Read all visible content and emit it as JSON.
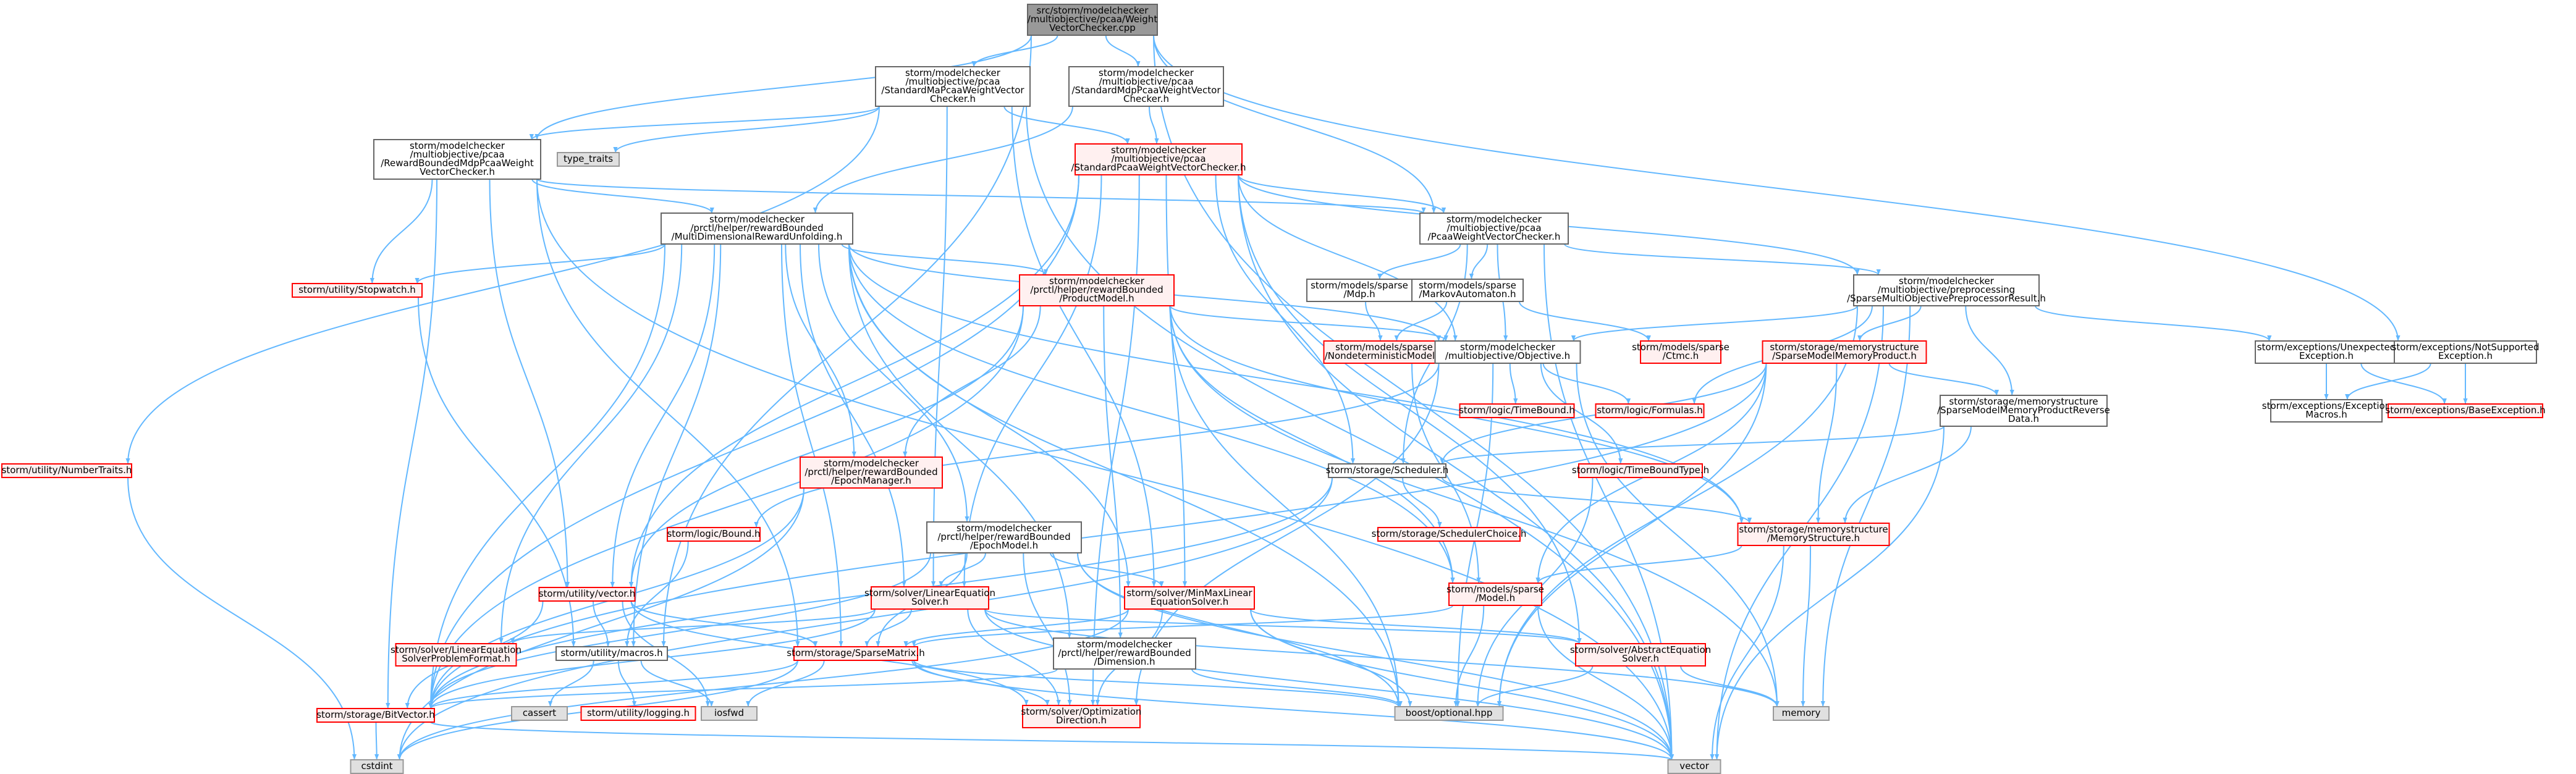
{
  "colors": {
    "edge": "#63b8ff",
    "root_fill": "#999999",
    "normal_border": "#666666",
    "missing_border": "#ff0000",
    "missing_fill": "#fff0f0",
    "system_fill": "#e0e0e0",
    "system_border": "#999999",
    "text": "#000000"
  },
  "graph": {
    "nodes": [
      {
        "id": "root",
        "kind": "root",
        "lines": [
          "src/storm/modelchecker",
          "/multiobjective/pcaa/Weight",
          "VectorChecker.cpp"
        ]
      },
      {
        "id": "std_ma",
        "kind": "normal",
        "lines": [
          "storm/modelchecker",
          "/multiobjective/pcaa",
          "/StandardMaPcaaWeightVector",
          "Checker.h"
        ]
      },
      {
        "id": "std_mdp",
        "kind": "normal",
        "lines": [
          "storm/modelchecker",
          "/multiobjective/pcaa",
          "/StandardMdpPcaaWeightVector",
          "Checker.h"
        ]
      },
      {
        "id": "rb_mdp",
        "kind": "normal",
        "lines": [
          "storm/modelchecker",
          "/multiobjective/pcaa",
          "/RewardBoundedMdpPcaaWeight",
          "VectorChecker.h"
        ]
      },
      {
        "id": "type_traits",
        "kind": "system",
        "lines": [
          "type_traits"
        ]
      },
      {
        "id": "std_pcaa",
        "kind": "missing",
        "lines": [
          "storm/modelchecker",
          "/multiobjective/pcaa",
          "/StandardPcaaWeightVectorChecker.h"
        ]
      },
      {
        "id": "mdru",
        "kind": "normal",
        "lines": [
          "storm/modelchecker",
          "/prctl/helper/rewardBounded",
          "/MultiDimensionalRewardUnfolding.h"
        ]
      },
      {
        "id": "pcaa_wvc",
        "kind": "normal",
        "lines": [
          "storm/modelchecker",
          "/multiobjective/pcaa",
          "/PcaaWeightVectorChecker.h"
        ]
      },
      {
        "id": "stopwatch",
        "kind": "missing",
        "lines": [
          "storm/utility/Stopwatch.h"
        ]
      },
      {
        "id": "productmodel",
        "kind": "missing",
        "lines": [
          "storm/modelchecker",
          "/prctl/helper/rewardBounded",
          "/ProductModel.h"
        ]
      },
      {
        "id": "mdp",
        "kind": "normal",
        "lines": [
          "storm/models/sparse",
          "/Mdp.h"
        ]
      },
      {
        "id": "markov",
        "kind": "normal",
        "lines": [
          "storm/models/sparse",
          "/MarkovAutomaton.h"
        ]
      },
      {
        "id": "smpr",
        "kind": "normal",
        "lines": [
          "storm/modelchecker",
          "/multiobjective/preprocessing",
          "/SparseMultiObjectivePreprocessorResult.h"
        ]
      },
      {
        "id": "unexpected",
        "kind": "normal",
        "lines": [
          "storm/exceptions/Unexpected",
          "Exception.h"
        ]
      },
      {
        "id": "notsupported",
        "kind": "normal",
        "lines": [
          "storm/exceptions/NotSupported",
          "Exception.h"
        ]
      },
      {
        "id": "nondet",
        "kind": "missing",
        "lines": [
          "storm/models/sparse",
          "/NondeterministicModel.h"
        ]
      },
      {
        "id": "objective",
        "kind": "normal",
        "lines": [
          "storm/modelchecker",
          "/multiobjective/Objective.h"
        ]
      },
      {
        "id": "ctmc",
        "kind": "missing",
        "lines": [
          "storm/models/sparse",
          "/Ctmc.h"
        ]
      },
      {
        "id": "smmp",
        "kind": "missing",
        "lines": [
          "storm/storage/memorystructure",
          "/SparseModelMemoryProduct.h"
        ]
      },
      {
        "id": "exmacros",
        "kind": "normal",
        "lines": [
          "storm/exceptions/Exception",
          "Macros.h"
        ]
      },
      {
        "id": "baseexc",
        "kind": "missing",
        "lines": [
          "storm/exceptions/BaseException.h"
        ]
      },
      {
        "id": "timebound",
        "kind": "missing",
        "lines": [
          "storm/logic/TimeBound.h"
        ]
      },
      {
        "id": "formulas",
        "kind": "missing",
        "lines": [
          "storm/logic/Formulas.h"
        ]
      },
      {
        "id": "smmprd",
        "kind": "normal",
        "lines": [
          "storm/storage/memorystructure",
          "/SparseModelMemoryProductReverse",
          "Data.h"
        ]
      },
      {
        "id": "numtraits",
        "kind": "missing",
        "lines": [
          "storm/utility/NumberTraits.h"
        ]
      },
      {
        "id": "epochmgr",
        "kind": "missing",
        "lines": [
          "storm/modelchecker",
          "/prctl/helper/rewardBounded",
          "/EpochManager.h"
        ]
      },
      {
        "id": "scheduler",
        "kind": "normal",
        "lines": [
          "storm/storage/Scheduler.h"
        ]
      },
      {
        "id": "tbtype",
        "kind": "missing",
        "lines": [
          "storm/logic/TimeBoundType.h"
        ]
      },
      {
        "id": "bound",
        "kind": "missing",
        "lines": [
          "storm/logic/Bound.h"
        ]
      },
      {
        "id": "epochmodel",
        "kind": "normal",
        "lines": [
          "storm/modelchecker",
          "/prctl/helper/rewardBounded",
          "/EpochModel.h"
        ]
      },
      {
        "id": "schedchoice",
        "kind": "missing",
        "lines": [
          "storm/storage/SchedulerChoice.h"
        ]
      },
      {
        "id": "memstruct",
        "kind": "missing",
        "lines": [
          "storm/storage/memorystructure",
          "/MemoryStructure.h"
        ]
      },
      {
        "id": "vector_h",
        "kind": "missing",
        "lines": [
          "storm/utility/vector.h"
        ]
      },
      {
        "id": "linsolver",
        "kind": "missing",
        "lines": [
          "storm/solver/LinearEquation",
          "Solver.h"
        ]
      },
      {
        "id": "minmax",
        "kind": "missing",
        "lines": [
          "storm/solver/MinMaxLinear",
          "EquationSolver.h"
        ]
      },
      {
        "id": "model_h",
        "kind": "missing",
        "lines": [
          "storm/models/sparse",
          "/Model.h"
        ]
      },
      {
        "id": "lespf",
        "kind": "missing",
        "lines": [
          "storm/solver/LinearEquation",
          "SolverProblemFormat.h"
        ]
      },
      {
        "id": "macros",
        "kind": "normal",
        "lines": [
          "storm/utility/macros.h"
        ]
      },
      {
        "id": "sparsematrix",
        "kind": "missing",
        "lines": [
          "storm/storage/SparseMatrix.h"
        ]
      },
      {
        "id": "dimension",
        "kind": "normal",
        "lines": [
          "storm/modelchecker",
          "/prctl/helper/rewardBounded",
          "/Dimension.h"
        ]
      },
      {
        "id": "abstractsolver",
        "kind": "missing",
        "lines": [
          "storm/solver/AbstractEquation",
          "Solver.h"
        ]
      },
      {
        "id": "cassert",
        "kind": "system",
        "lines": [
          "cassert"
        ]
      },
      {
        "id": "logging",
        "kind": "missing",
        "lines": [
          "storm/utility/logging.h"
        ]
      },
      {
        "id": "iosfwd",
        "kind": "system",
        "lines": [
          "iosfwd"
        ]
      },
      {
        "id": "boostopt",
        "kind": "system",
        "lines": [
          "boost/optional.hpp"
        ]
      },
      {
        "id": "memory",
        "kind": "system",
        "lines": [
          "memory"
        ]
      },
      {
        "id": "bitvector",
        "kind": "missing",
        "lines": [
          "storm/storage/BitVector.h"
        ]
      },
      {
        "id": "optdir",
        "kind": "missing",
        "lines": [
          "storm/solver/Optimization",
          "Direction.h"
        ]
      },
      {
        "id": "cstdint",
        "kind": "system",
        "lines": [
          "cstdint"
        ]
      },
      {
        "id": "vector",
        "kind": "system",
        "lines": [
          "vector"
        ]
      }
    ],
    "edges": [
      [
        "root",
        "std_ma"
      ],
      [
        "root",
        "std_mdp"
      ],
      [
        "root",
        "rb_mdp"
      ],
      [
        "root",
        "pcaa_wvc"
      ],
      [
        "root",
        "notsupported"
      ],
      [
        "root",
        "macros"
      ],
      [
        "root",
        "vector"
      ],
      [
        "std_ma",
        "std_pcaa"
      ],
      [
        "std_ma",
        "type_traits"
      ],
      [
        "std_ma",
        "rb_mdp"
      ],
      [
        "std_ma",
        "numtraits"
      ],
      [
        "std_ma",
        "minmax"
      ],
      [
        "std_ma",
        "linsolver"
      ],
      [
        "std_ma",
        "vector"
      ],
      [
        "std_mdp",
        "std_pcaa"
      ],
      [
        "std_mdp",
        "mdru"
      ],
      [
        "rb_mdp",
        "pcaa_wvc"
      ],
      [
        "rb_mdp",
        "mdru"
      ],
      [
        "rb_mdp",
        "stopwatch"
      ],
      [
        "rb_mdp",
        "sparsematrix"
      ],
      [
        "rb_mdp",
        "vector_h"
      ],
      [
        "rb_mdp",
        "bitvector"
      ],
      [
        "rb_mdp",
        "vector"
      ],
      [
        "std_pcaa",
        "pcaa_wvc"
      ],
      [
        "std_pcaa",
        "smpr"
      ],
      [
        "std_pcaa",
        "scheduler"
      ],
      [
        "std_pcaa",
        "vector_h"
      ],
      [
        "std_pcaa",
        "linsolver"
      ],
      [
        "std_pcaa",
        "bitvector"
      ],
      [
        "std_pcaa",
        "abstractsolver"
      ],
      [
        "std_pcaa",
        "vector"
      ],
      [
        "std_pcaa",
        "objective"
      ],
      [
        "std_pcaa",
        "minmax"
      ],
      [
        "std_pcaa",
        "optdir"
      ],
      [
        "mdru",
        "productmodel"
      ],
      [
        "mdru",
        "epochmgr"
      ],
      [
        "mdru",
        "epochmodel"
      ],
      [
        "mdru",
        "objective"
      ],
      [
        "mdru",
        "stopwatch"
      ],
      [
        "mdru",
        "vector_h"
      ],
      [
        "mdru",
        "boostopt"
      ],
      [
        "mdru",
        "dimension"
      ],
      [
        "mdru",
        "model_h"
      ],
      [
        "mdru",
        "memstruct"
      ],
      [
        "mdru",
        "lespf"
      ],
      [
        "mdru",
        "sparsematrix"
      ],
      [
        "mdru",
        "bitvector"
      ],
      [
        "mdru",
        "minmax"
      ],
      [
        "mdru",
        "linsolver"
      ],
      [
        "mdru",
        "macros"
      ],
      [
        "pcaa_wvc",
        "mdp"
      ],
      [
        "pcaa_wvc",
        "markov"
      ],
      [
        "pcaa_wvc",
        "smpr"
      ],
      [
        "pcaa_wvc",
        "objective"
      ],
      [
        "pcaa_wvc",
        "scheduler"
      ],
      [
        "pcaa_wvc",
        "vector"
      ],
      [
        "stopwatch",
        "macros"
      ],
      [
        "productmodel",
        "objective"
      ],
      [
        "productmodel",
        "epochmgr"
      ],
      [
        "productmodel",
        "memstruct"
      ],
      [
        "productmodel",
        "dimension"
      ],
      [
        "productmodel",
        "model_h"
      ],
      [
        "productmodel",
        "boostopt"
      ],
      [
        "productmodel",
        "bitvector"
      ],
      [
        "productmodel",
        "vector_h"
      ],
      [
        "productmodel",
        "memory"
      ],
      [
        "mdp",
        "nondet"
      ],
      [
        "markov",
        "nondet"
      ],
      [
        "markov",
        "ctmc"
      ],
      [
        "smpr",
        "objective"
      ],
      [
        "smpr",
        "smmp"
      ],
      [
        "smpr",
        "unexpected"
      ],
      [
        "smpr",
        "smmprd"
      ],
      [
        "smpr",
        "formulas"
      ],
      [
        "smpr",
        "boostopt"
      ],
      [
        "smpr",
        "memory"
      ],
      [
        "smpr",
        "vector"
      ],
      [
        "unexpected",
        "exmacros"
      ],
      [
        "unexpected",
        "baseexc"
      ],
      [
        "notsupported",
        "exmacros"
      ],
      [
        "notsupported",
        "baseexc"
      ],
      [
        "nondet",
        "model_h"
      ],
      [
        "objective",
        "timebound"
      ],
      [
        "objective",
        "formulas"
      ],
      [
        "objective",
        "tbtype"
      ],
      [
        "objective",
        "bound"
      ],
      [
        "objective",
        "optdir"
      ],
      [
        "objective",
        "boostopt"
      ],
      [
        "objective",
        "memory"
      ],
      [
        "smmp",
        "smmprd"
      ],
      [
        "smmp",
        "memstruct"
      ],
      [
        "smmp",
        "model_h"
      ],
      [
        "smmp",
        "scheduler"
      ],
      [
        "smmp",
        "boostopt"
      ],
      [
        "smmp",
        "bitvector"
      ],
      [
        "smmprd",
        "memstruct"
      ],
      [
        "smmprd",
        "scheduler"
      ],
      [
        "smmprd",
        "vector"
      ],
      [
        "numtraits",
        "cstdint"
      ],
      [
        "epochmgr",
        "bitvector"
      ],
      [
        "epochmgr",
        "cstdint"
      ],
      [
        "scheduler",
        "schedchoice"
      ],
      [
        "scheduler",
        "memstruct"
      ],
      [
        "scheduler",
        "bitvector"
      ],
      [
        "scheduler",
        "cstdint"
      ],
      [
        "tbtype",
        "boostopt"
      ],
      [
        "bound",
        "macros"
      ],
      [
        "epochmodel",
        "sparsematrix"
      ],
      [
        "epochmodel",
        "linsolver"
      ],
      [
        "epochmodel",
        "minmax"
      ],
      [
        "epochmodel",
        "optdir"
      ],
      [
        "epochmodel",
        "vector"
      ],
      [
        "epochmodel",
        "boostopt"
      ],
      [
        "epochmodel",
        "bitvector"
      ],
      [
        "memstruct",
        "model_h"
      ],
      [
        "memstruct",
        "memory"
      ],
      [
        "memstruct",
        "vector"
      ],
      [
        "vector_h",
        "macros"
      ],
      [
        "vector_h",
        "iosfwd"
      ],
      [
        "vector_h",
        "optdir"
      ],
      [
        "vector_h",
        "sparsematrix"
      ],
      [
        "vector_h",
        "bitvector"
      ],
      [
        "linsolver",
        "sparsematrix"
      ],
      [
        "linsolver",
        "lespf"
      ],
      [
        "linsolver",
        "abstractsolver"
      ],
      [
        "linsolver",
        "optdir"
      ],
      [
        "linsolver",
        "memory"
      ],
      [
        "linsolver",
        "bitvector"
      ],
      [
        "linsolver",
        "vector"
      ],
      [
        "minmax",
        "abstractsolver"
      ],
      [
        "minmax",
        "sparsematrix"
      ],
      [
        "minmax",
        "boostopt"
      ],
      [
        "minmax",
        "optdir"
      ],
      [
        "minmax",
        "cstdint"
      ],
      [
        "minmax",
        "vector"
      ],
      [
        "model_h",
        "sparsematrix"
      ],
      [
        "model_h",
        "boostopt"
      ],
      [
        "model_h",
        "vector"
      ],
      [
        "macros",
        "cassert"
      ],
      [
        "macros",
        "logging"
      ],
      [
        "macros",
        "iosfwd"
      ],
      [
        "sparsematrix",
        "bitvector"
      ],
      [
        "sparsematrix",
        "optdir"
      ],
      [
        "sparsematrix",
        "iosfwd"
      ],
      [
        "sparsematrix",
        "cstdint"
      ],
      [
        "sparsematrix",
        "vector"
      ],
      [
        "sparsematrix",
        "boostopt"
      ],
      [
        "dimension",
        "bitvector"
      ],
      [
        "dimension",
        "boostopt"
      ],
      [
        "abstractsolver",
        "boostopt"
      ],
      [
        "abstractsolver",
        "memory"
      ],
      [
        "bitvector",
        "cstdint"
      ],
      [
        "bitvector",
        "vector"
      ]
    ]
  }
}
